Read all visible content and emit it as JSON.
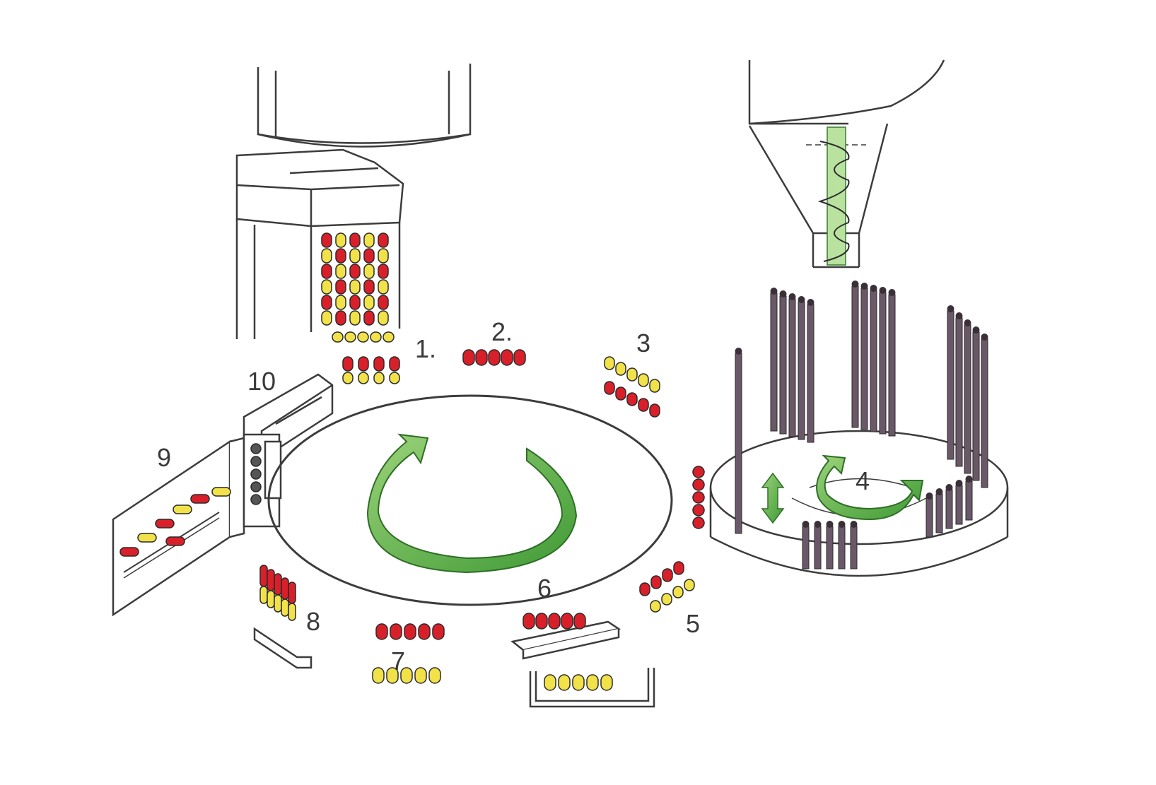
{
  "stations": [
    {
      "id": "1",
      "label": "1."
    },
    {
      "id": "2",
      "label": "2."
    },
    {
      "id": "3",
      "label": "3"
    },
    {
      "id": "4",
      "label": "4"
    },
    {
      "id": "5",
      "label": "5"
    },
    {
      "id": "6",
      "label": "6"
    },
    {
      "id": "7",
      "label": "7"
    },
    {
      "id": "8",
      "label": "8"
    },
    {
      "id": "9",
      "label": "9"
    },
    {
      "id": "10",
      "label": "10"
    }
  ],
  "colors": {
    "capsule_body": "#f2e24a",
    "capsule_cap": "#d9202a",
    "arrow_green": "#5cb84a",
    "tamping_pin": "#6a5868",
    "line": "#3c3c3c"
  }
}
